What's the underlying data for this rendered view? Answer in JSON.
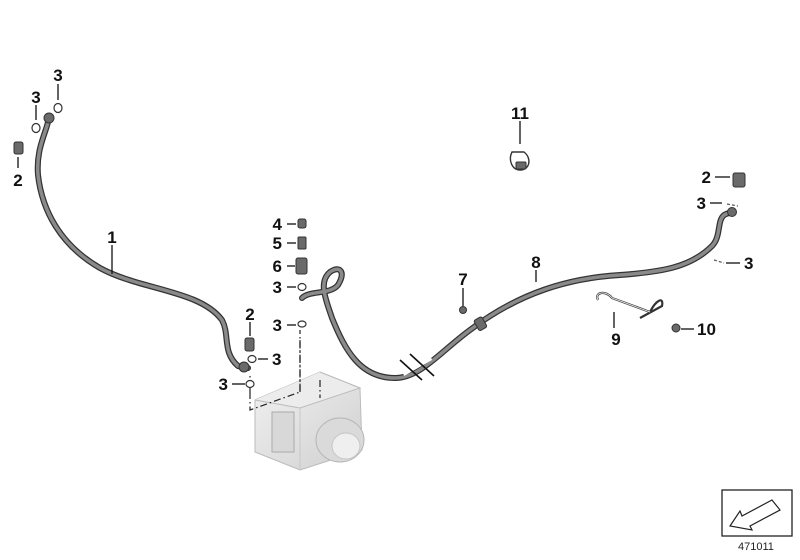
{
  "callouts": {
    "c1": "1",
    "c2a": "2",
    "c2b": "2",
    "c2c": "2",
    "c3a": "3",
    "c3b": "3",
    "c3c": "3",
    "c3d": "3",
    "c3e": "3",
    "c3f": "3",
    "c3g": "3",
    "c3h": "3",
    "c4": "4",
    "c5": "5",
    "c6": "6",
    "c7": "7",
    "c8": "8",
    "c9": "9",
    "c10": "10",
    "c11": "11"
  },
  "reference_number": "471011",
  "icons": {
    "corner_symbol": "arrow-down-left-icon"
  }
}
